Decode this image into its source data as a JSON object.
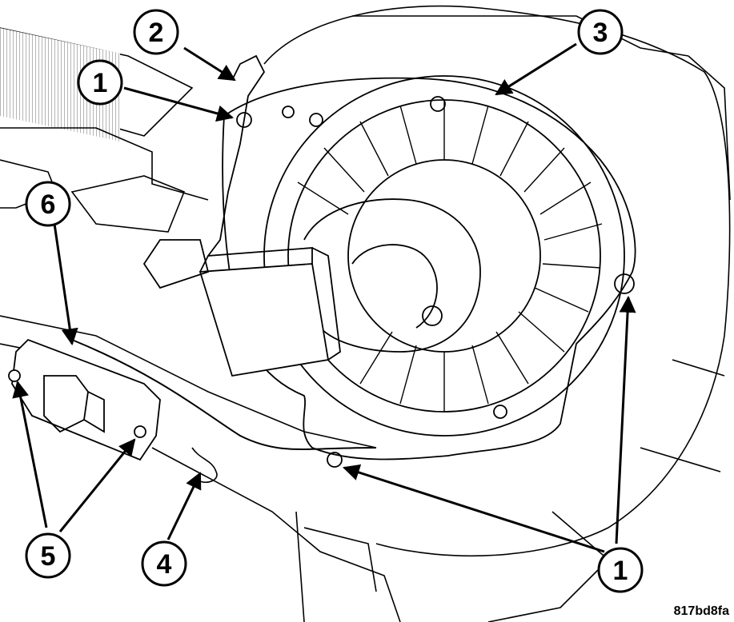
{
  "callouts": [
    {
      "id": "c2",
      "text": "2",
      "part": "retaining-clip"
    },
    {
      "id": "c1a",
      "text": "1",
      "part": "screw"
    },
    {
      "id": "c3",
      "text": "3",
      "part": "blower-motor"
    },
    {
      "id": "c6",
      "text": "6",
      "part": "wire-harness"
    },
    {
      "id": "c5",
      "text": "5",
      "part": "resistor-screws"
    },
    {
      "id": "c4",
      "text": "4",
      "part": "harness-retainer"
    },
    {
      "id": "c1b",
      "text": "1",
      "part": "screws"
    }
  ],
  "figure_ref": "817bd8fa",
  "colors": {
    "line": "#000000",
    "background": "#ffffff",
    "hatch": "#9a9a9a"
  }
}
